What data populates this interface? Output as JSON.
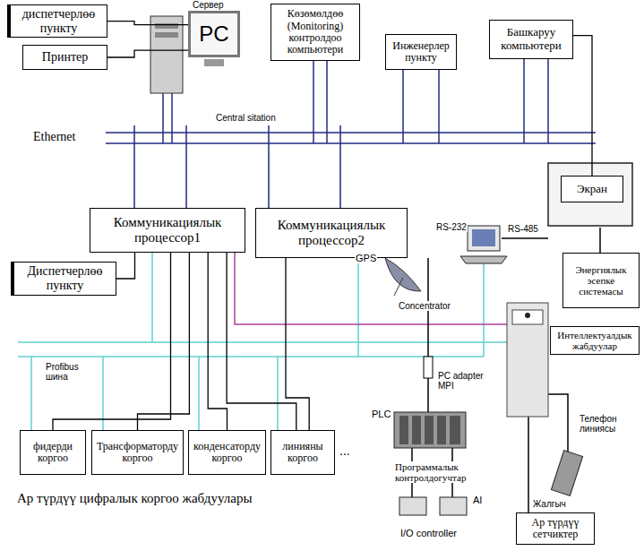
{
  "diagram": {
    "nodes": [
      {
        "text": [
          "диспетчерлөө пункту"
        ]
      },
      {
        "text": [
          "Принтер"
        ]
      },
      {
        "text": [
          "PC"
        ]
      },
      {
        "text": [
          "Көзөмөлдөө (Monitoring) контролдоо компьютери"
        ]
      },
      {
        "text": [
          "Инженерлер пункту"
        ]
      },
      {
        "text": [
          "Башкаруу компьютери"
        ]
      },
      {
        "text": [
          "Коммуникациялык процессор1"
        ]
      },
      {
        "text": [
          "Коммуникациялык процессор2"
        ]
      },
      {
        "text": [
          "Диспетчерлөө пункту"
        ]
      },
      {
        "text": [
          "Экран"
        ]
      },
      {
        "text": [
          "Энергиялык эсепке системасы"
        ]
      },
      {
        "text": [
          "Интеллектуалдык жабдуулар"
        ]
      },
      {
        "text": [
          "фидерди коргоо"
        ]
      },
      {
        "text": [
          "Трансформаторду коргоо"
        ]
      },
      {
        "text": [
          "конденсаторду коргоо"
        ]
      },
      {
        "text": [
          "линияны коргоо"
        ]
      },
      {
        "text": [
          "Ар түрдүү сетчиктер"
        ]
      }
    ],
    "edges": [
      {
        "from": 0,
        "to": 2,
        "arrow": "none"
      },
      {
        "from": 1,
        "to": 2,
        "arrow": "none"
      },
      {
        "from": 6,
        "to": 8,
        "arrow": "none"
      },
      {
        "from": 6,
        "to": 12,
        "arrow": "none"
      },
      {
        "from": 6,
        "to": 13,
        "arrow": "none"
      },
      {
        "from": 6,
        "to": 14,
        "arrow": "none"
      },
      {
        "from": 6,
        "to": 15,
        "arrow": "none"
      },
      {
        "from": 7,
        "to": 15,
        "arrow": "none"
      },
      {
        "from": 5,
        "to": 9,
        "arrow": "none"
      }
    ],
    "labels": [
      "Сервер",
      "Central sitation",
      "Ethernet",
      "RS-232",
      "RS-485",
      "GPS",
      "Concentrator",
      "Profibus шина",
      "PC adapter MPI",
      "PLC",
      "...",
      "Программалык контролдогучтар",
      "AI",
      "I/O controller",
      "Телефон линиясы",
      "Жалгыч",
      "Ар түрдүү цифралык коргоо жабдуулары"
    ]
  }
}
